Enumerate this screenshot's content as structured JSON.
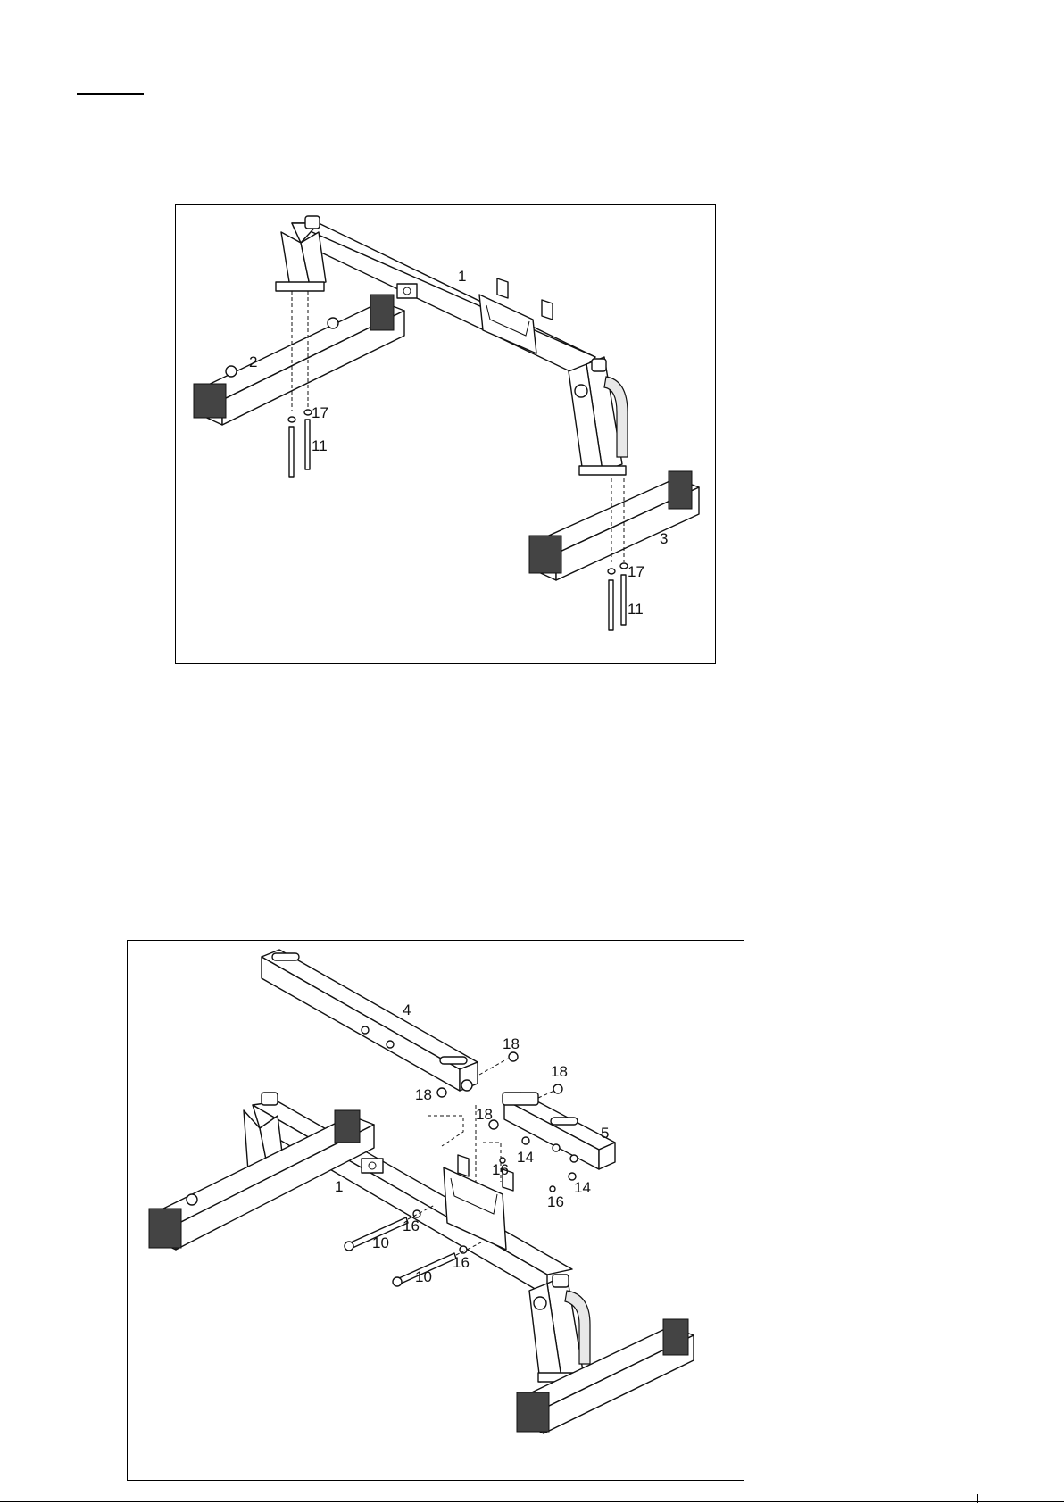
{
  "figure1": {
    "labels": {
      "main_frame": "1",
      "left_stabilizer": "2",
      "right_stabilizer": "3",
      "washer_left": "17",
      "bolt_left": "11",
      "washer_right": "17",
      "bolt_right": "11"
    }
  },
  "figure2": {
    "labels": {
      "upper_tube": "4",
      "nut_upper": "18",
      "nut_side_top": "18",
      "nut_left": "18",
      "nut_mid": "18",
      "bracket": "5",
      "nut14_a": "14",
      "washer16_a": "16",
      "nut14_b": "14",
      "washer16_b": "16",
      "main_frame": "1",
      "washer16_c": "16",
      "bolt10_a": "10",
      "washer16_d": "16",
      "bolt10_b": "10"
    }
  }
}
